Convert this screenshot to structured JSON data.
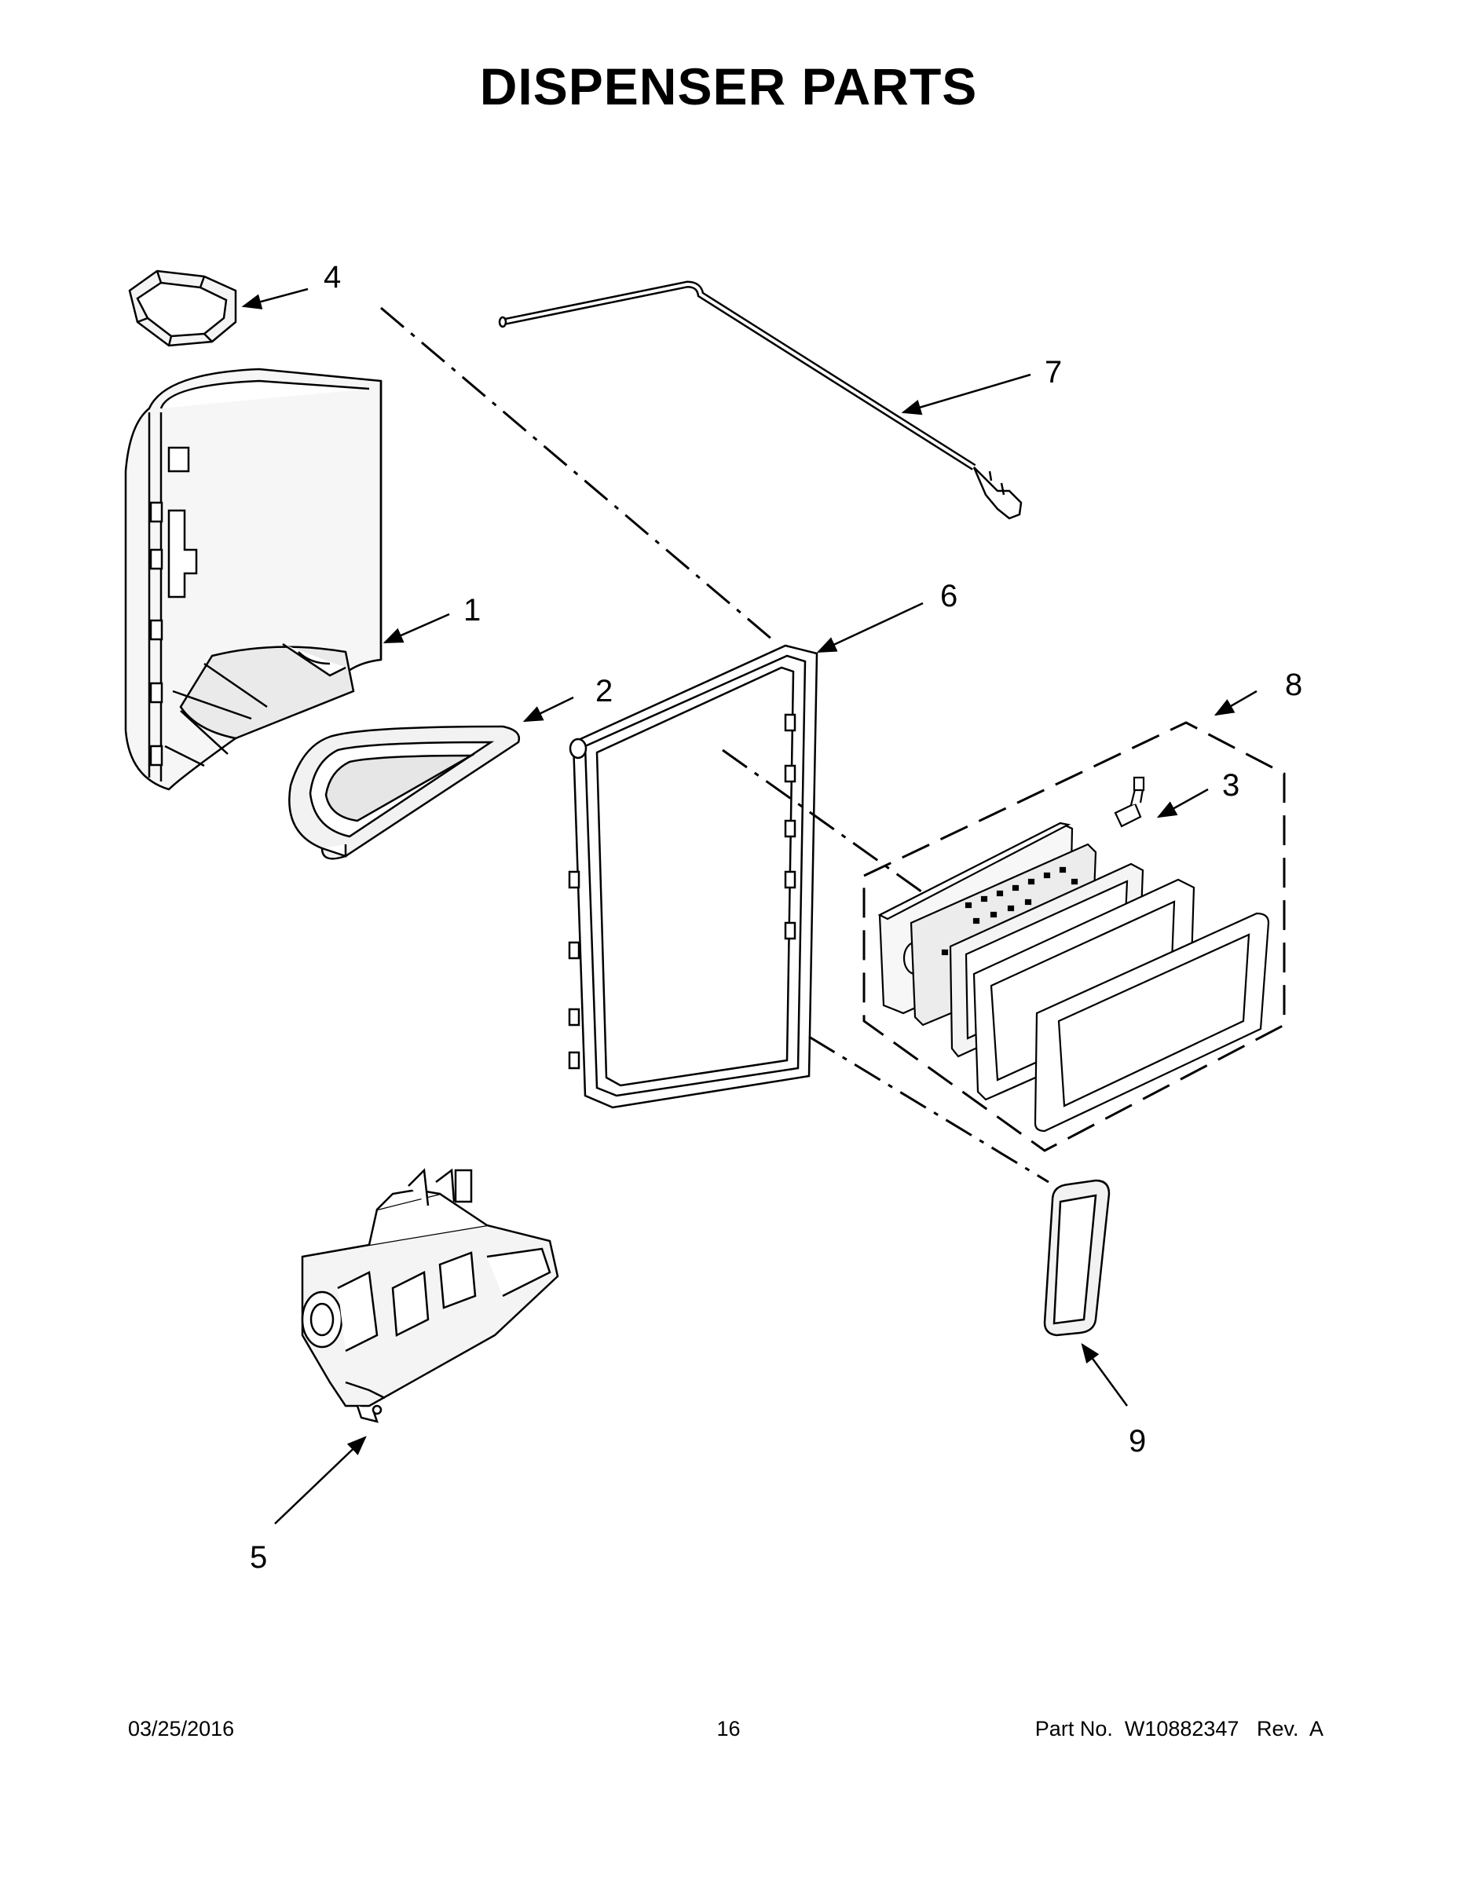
{
  "title": "DISPENSER PARTS",
  "callouts": [
    "1",
    "2",
    "3",
    "4",
    "5",
    "6",
    "7",
    "8",
    "9"
  ],
  "footer": {
    "date": "03/25/2016",
    "page": "16",
    "part_number": "Part No.  W10882347   Rev.  A"
  }
}
